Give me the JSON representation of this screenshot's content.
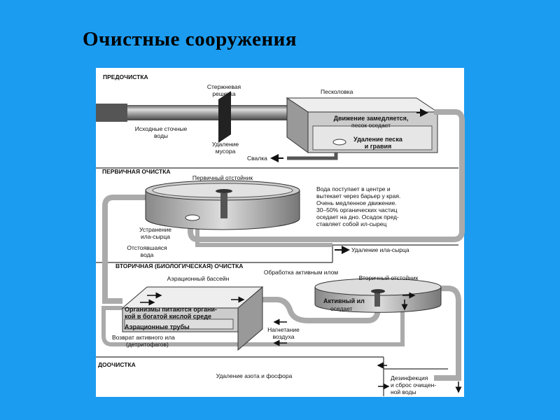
{
  "title": "Очистные сооружения",
  "sections": {
    "pre": {
      "heading": "ПРЕДОЧИСТКА",
      "bar_screen": [
        "Стержневая",
        "решетка"
      ],
      "grit_chamber": "Песколовка",
      "raw_sewage": [
        "Исходные сточные",
        "воды"
      ],
      "debris_removal": [
        "Удаление",
        "мусора"
      ],
      "landfill": "Свалка",
      "slow_motion": [
        "Движение замедляется,",
        "песок оседает"
      ],
      "sand_removal": [
        "Удаление песка",
        "и гравия"
      ]
    },
    "primary": {
      "heading": "ПЕРВИЧНАЯ ОЧИСТКА",
      "tank": "Первичный отстойник",
      "description": [
        "Вода поступает в центре и",
        "вытекает через барьер у края.",
        "Очень медленное движение.",
        "30–50% органических частиц",
        "оседает на дно. Осадок пред-",
        "ставляет собой ил-сырец"
      ],
      "sludge_elimination": [
        "Устранение",
        "ила-сырца"
      ],
      "settled_water": [
        "Отстоявшаяся",
        "вода"
      ],
      "sludge_removal": "Удаление ила-сырца"
    },
    "secondary": {
      "heading": "ВТОРИЧНАЯ (БИОЛОГИЧЕСКАЯ) ОЧИСТКА",
      "activated_sludge": "Обработка активным илом",
      "aeration_basin": "Аэрационный бассейн",
      "secondary_tank": "Вторичный отстойник",
      "organisms": [
        "Организмы питаются органи-",
        "кой в богатой кислой среде"
      ],
      "aeration_pipes": "Аэрационные трубы",
      "air_injection": [
        "Нагнетание",
        "воздуха"
      ],
      "sludge_return": [
        "Возврат активного ила",
        "(детритофагов)"
      ],
      "sludge_settles": [
        "Активный ил",
        "оседает"
      ]
    },
    "tertiary": {
      "heading": "ДООЧИСТКА",
      "nutrient_removal": "Удаление азота и фосфора",
      "disinfection": [
        "Дезинфекция",
        "и сброс очищен-",
        "ной воды"
      ]
    }
  }
}
